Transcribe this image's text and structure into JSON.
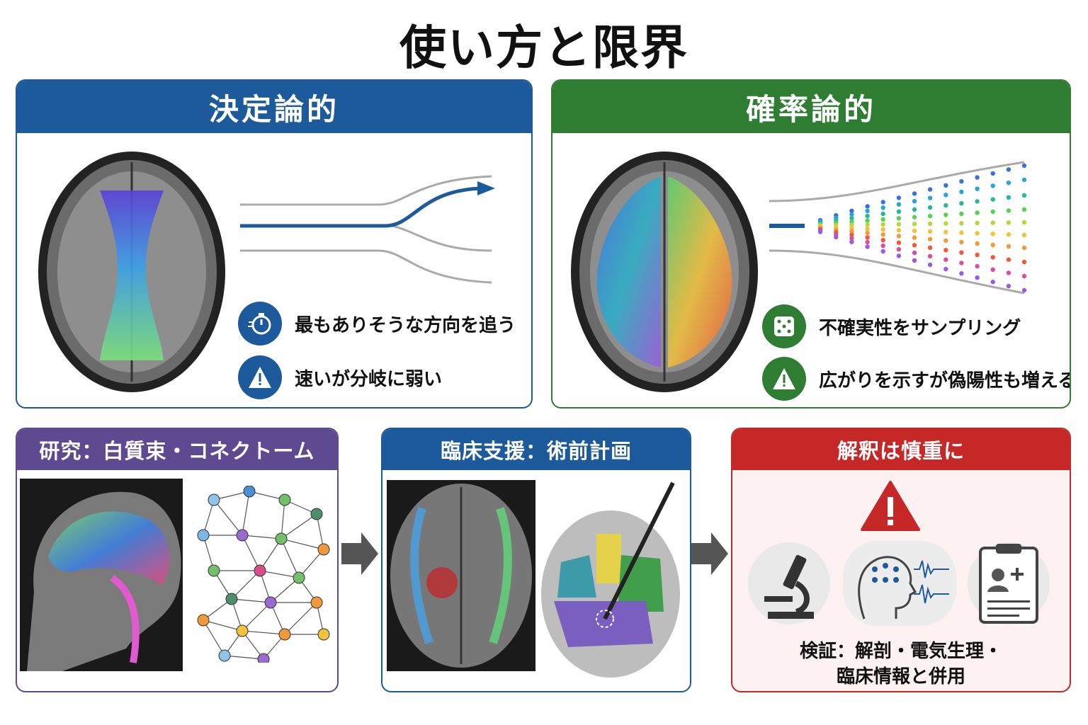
{
  "title": "使い方と限界",
  "deterministic": {
    "heading": "決定論的",
    "points": [
      "最もありそうな方向を追う",
      "速いが分岐に弱い"
    ],
    "icons": [
      "stopwatch-icon",
      "warning-icon"
    ],
    "color": "#1d5a9b"
  },
  "probabilistic": {
    "heading": "確率論的",
    "points": [
      "不確実性をサンプリング",
      "広がりを示すが偽陽性も増える"
    ],
    "icons": [
      "dice-icon",
      "warning-icon"
    ],
    "color": "#2e7d32"
  },
  "research": {
    "heading": "研究：白質束・コネクトーム",
    "color": "#5d4a91"
  },
  "clinical": {
    "heading": "臨床支援：術前計画",
    "color": "#1d5a9b"
  },
  "caution": {
    "heading": "解釈は慎重に",
    "color": "#c62828",
    "verify_line1": "検証：解剖・電気生理・",
    "verify_line2": "臨床情報と併用"
  }
}
